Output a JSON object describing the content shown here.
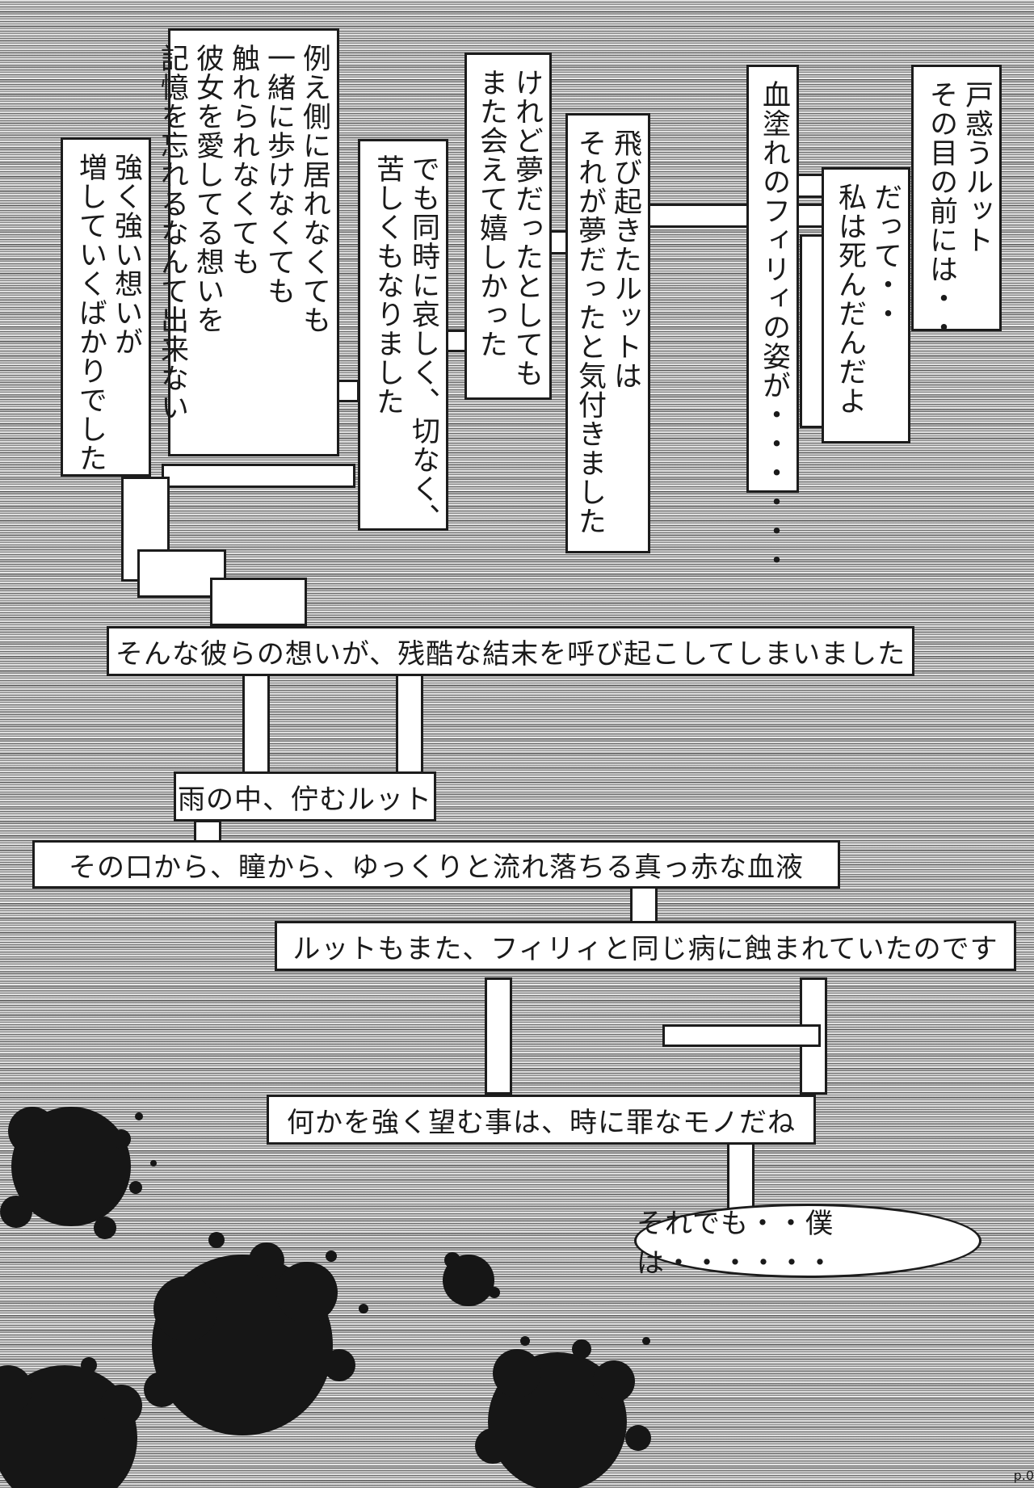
{
  "captions": {
    "c1": [
      "戸惑うルット",
      "その目の前には・・"
    ],
    "c2": [
      "だって・・",
      "私は死んだんだよ"
    ],
    "c3": [
      "血塗れのフィリィの姿が・・・・・・"
    ],
    "c4": [
      "飛び起きたルットは",
      "それが夢だったと気付きました"
    ],
    "c5": [
      "けれど夢だったとしても",
      "また会えて嬉しかった"
    ],
    "c6": [
      "でも同時に哀しく、切なく、",
      "苦しくもなりました"
    ],
    "c7": [
      "例え側に居れなくても",
      "一緒に歩けなくても",
      "触れられなくても",
      "彼女を愛してる想いを",
      "記憶を忘れるなんて出来ない"
    ],
    "c8": [
      "強く強い想いが",
      "増していくばかりでした"
    ],
    "h1": "そんな彼らの想いが、残酷な結末を呼び起こしてしまいました",
    "h2": "雨の中、佇むルット",
    "h3": "その口から、瞳から、ゆっくりと流れ落ちる真っ赤な血液",
    "h4": "ルットもまた、フィリィと同じ病に蝕まれていたのです",
    "h5": "何かを強く望む事は、時に罪なモノだね",
    "bubble": "それでも・・僕は・・・・・・"
  },
  "page_number": "p.0"
}
